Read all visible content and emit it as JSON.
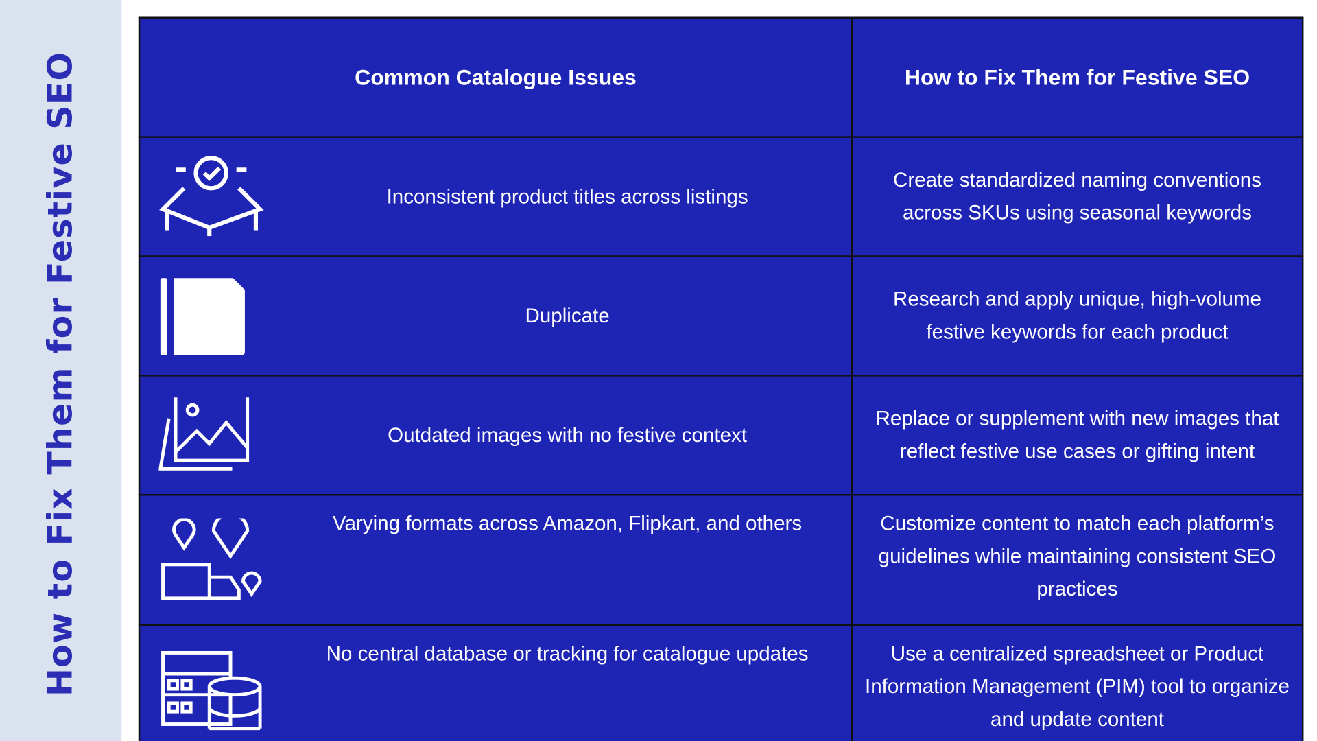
{
  "sidebar": {
    "title": "How to Fix Them for Festive SEO"
  },
  "table": {
    "headers": [
      "Common Catalogue Issues",
      "How to Fix Them for Festive SEO"
    ],
    "rows": [
      {
        "icon": "open-box-check-icon",
        "issue": "Inconsistent product titles across listings",
        "fix": "Create standardized naming conventions across SKUs using seasonal keywords"
      },
      {
        "icon": "duplicate-document-icon",
        "issue": "Duplicate",
        "fix": "Research and apply unique, high-volume festive keywords for each product"
      },
      {
        "icon": "image-icon",
        "issue": "Outdated images with no festive context",
        "fix": "Replace or supplement with new images that reflect festive use cases or gifting intent"
      },
      {
        "icon": "delivery-location-icon",
        "issue": "Varying formats across Amazon, Flipkart, and others",
        "fix": "Customize content to match each platform’s guidelines while maintaining consistent SEO practices"
      },
      {
        "icon": "database-server-icon",
        "issue": "No central database or tracking for catalogue updates",
        "fix": "Use a centralized spreadsheet or Product Information Management (PIM) tool to organize and update content"
      }
    ]
  },
  "colors": {
    "table_bg": "#1e24b4",
    "sidebar_bg": "#dbe2ef",
    "title": "#2b2db5"
  }
}
